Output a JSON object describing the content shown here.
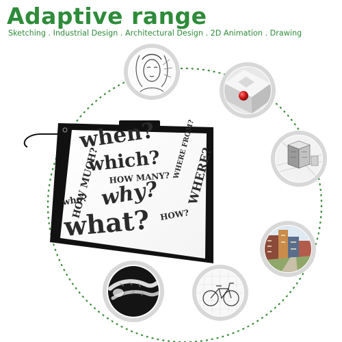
{
  "header": {
    "title": "Adaptive range",
    "subtitle": "Sketching . Industrial Design . Architectural Design . 2D Animation . Drawing"
  },
  "colors": {
    "accent_green": "#2e8b3a",
    "dash_circle": "#3f8f3f",
    "thumb_ring": "#d8d8d8",
    "pad_frame": "#111111",
    "red_ball": "#d81c1c"
  },
  "lightpad": {
    "words": [
      "when?",
      "which?",
      "HOW MANY?",
      "WHERE FROM?",
      "HOW MUCH?",
      "why?",
      "who?",
      "WHERE?",
      "HOW?",
      "what?"
    ]
  },
  "thumbnails": [
    {
      "id": "portrait",
      "icon": "sketch-portrait-icon"
    },
    {
      "id": "industrial",
      "icon": "industrial-render-icon"
    },
    {
      "id": "architecture",
      "icon": "architectural-model-icon"
    },
    {
      "id": "animation",
      "icon": "city-street-drawing-icon"
    },
    {
      "id": "bicycle",
      "icon": "bicycle-sketch-icon"
    },
    {
      "id": "xray",
      "icon": "xray-foot-icon"
    }
  ]
}
